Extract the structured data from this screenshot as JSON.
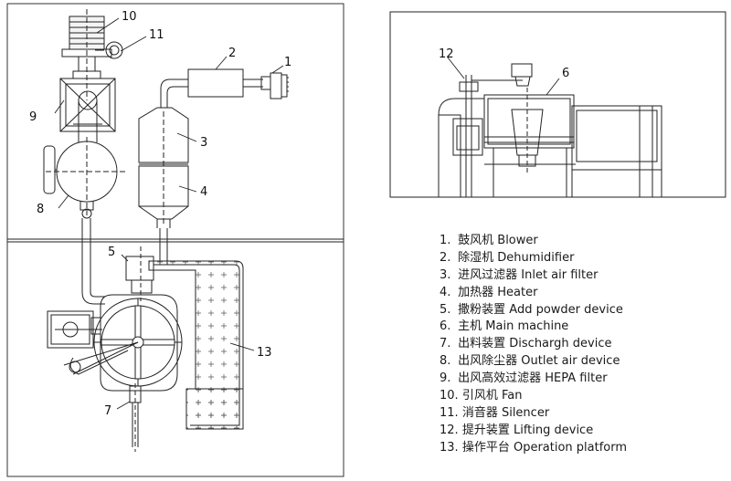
{
  "callouts": [
    "10",
    "11",
    "2",
    "1",
    "9",
    "3",
    "8",
    "4",
    "5",
    "13",
    "7",
    "12",
    "6"
  ],
  "legend": [
    {
      "num": "1.",
      "text": "鼓风机 Blower"
    },
    {
      "num": "2.",
      "text": "除湿机 Dehumidifier"
    },
    {
      "num": "3.",
      "text": "进风过滤器 Inlet air filter"
    },
    {
      "num": "4.",
      "text": "加热器 Heater"
    },
    {
      "num": "5.",
      "text": "撒粉装置 Add powder device"
    },
    {
      "num": "6.",
      "text": "主机 Main machine"
    },
    {
      "num": "7.",
      "text": "出料装置 Dischargh device"
    },
    {
      "num": "8.",
      "text": "出风除尘器 Outlet air device"
    },
    {
      "num": "9.",
      "text": "出风高效过滤器 HEPA filter"
    },
    {
      "num": "10.",
      "text": "引风机 Fan"
    },
    {
      "num": "11.",
      "text": "消音器 Silencer"
    },
    {
      "num": "12.",
      "text": "提升装置 Lifting device"
    },
    {
      "num": "13.",
      "text": "操作平台 Operation platform"
    }
  ]
}
